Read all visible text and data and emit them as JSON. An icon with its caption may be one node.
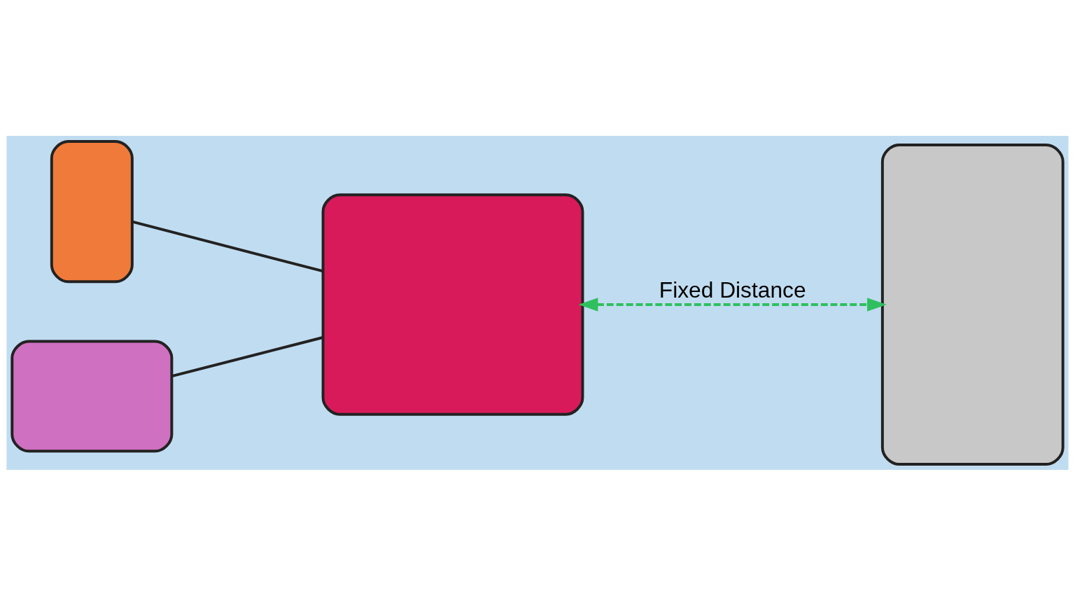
{
  "diagram": {
    "nodes": [
      {
        "text": [],
        "shape": "box"
      },
      {
        "text": [],
        "shape": "box"
      },
      {
        "text": [],
        "shape": "box"
      },
      {
        "text": [],
        "shape": "box"
      }
    ],
    "edges": [
      {
        "from": 0,
        "to": 2,
        "arrow": "none"
      },
      {
        "from": 1,
        "to": 2,
        "arrow": "none"
      },
      {
        "from": 2,
        "to": 3,
        "arrow": "both",
        "style": "dashed",
        "color": "#2fbf5f",
        "label": "Fixed Distance"
      }
    ]
  }
}
